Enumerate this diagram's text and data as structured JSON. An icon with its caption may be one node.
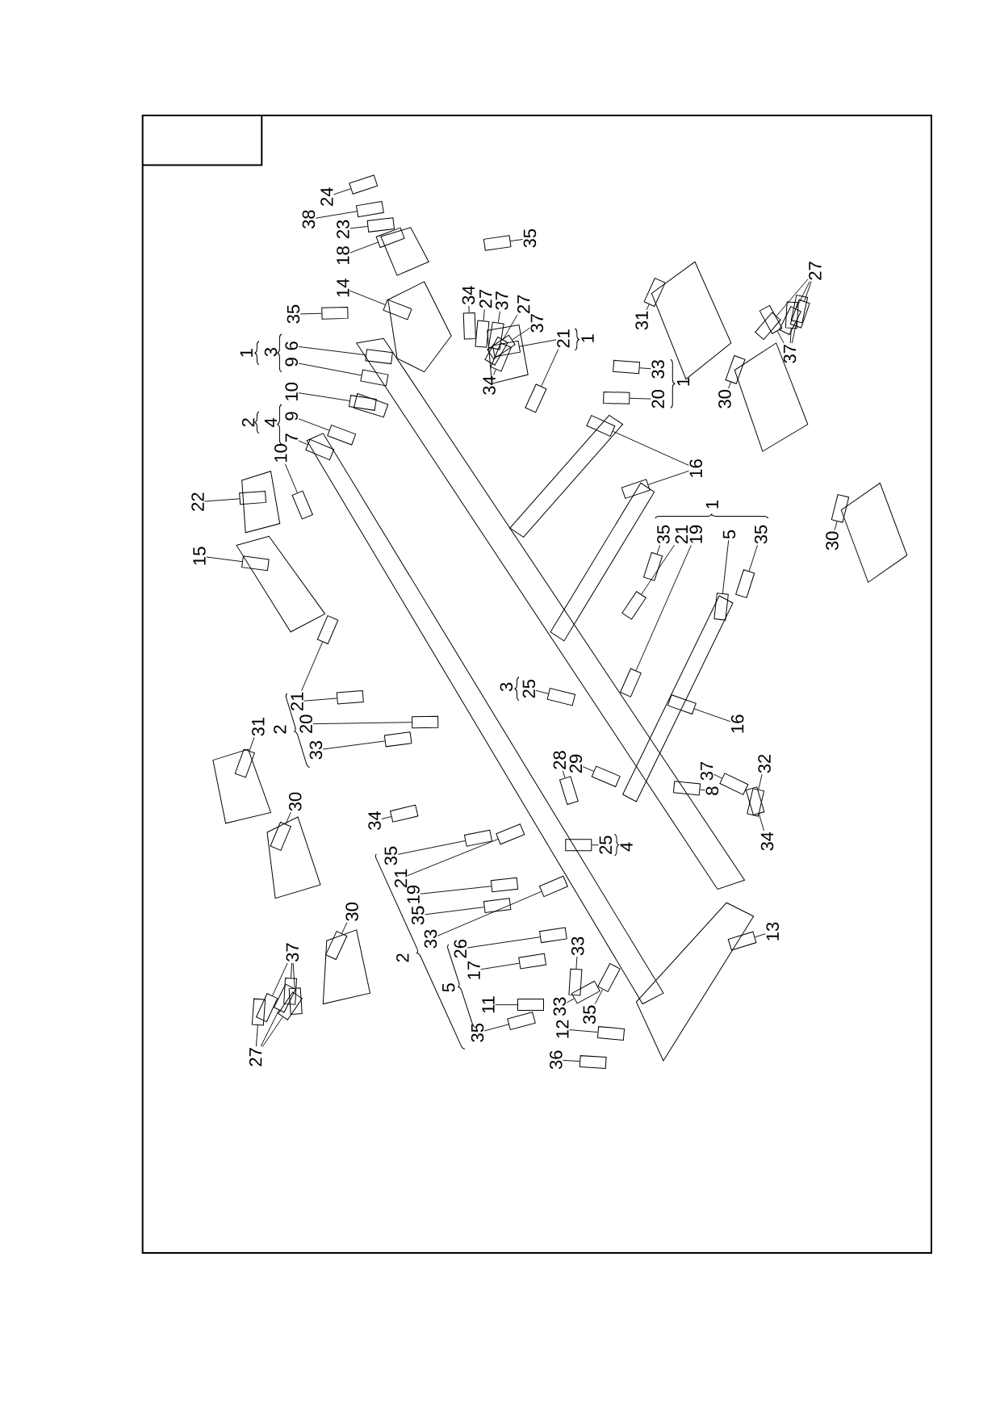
{
  "diagram": {
    "nodes": [
      {
        "text": [
          "24"
        ]
      },
      {
        "text": [
          "38"
        ]
      },
      {
        "text": [
          "23"
        ]
      },
      {
        "text": [
          "18"
        ]
      },
      {
        "text": [
          "35"
        ]
      },
      {
        "text": [
          "14"
        ]
      },
      {
        "text": [
          "35"
        ]
      },
      {
        "text": [
          "34"
        ]
      },
      {
        "text": [
          "27"
        ]
      },
      {
        "text": [
          "37"
        ]
      },
      {
        "text": [
          "27"
        ]
      },
      {
        "text": [
          "37"
        ]
      },
      {
        "text": [
          "31"
        ]
      },
      {
        "text": [
          "27"
        ]
      },
      {
        "text": [
          "6"
        ]
      },
      {
        "text": [
          "21"
        ]
      },
      {
        "text": [
          "9"
        ]
      },
      {
        "text": [
          "33"
        ]
      },
      {
        "text": [
          "37"
        ]
      },
      {
        "text": [
          "34"
        ]
      },
      {
        "text": [
          "10"
        ]
      },
      {
        "text": [
          "20"
        ]
      },
      {
        "text": [
          "30"
        ]
      },
      {
        "text": [
          "9"
        ]
      },
      {
        "text": [
          "7"
        ]
      },
      {
        "text": [
          "10"
        ]
      },
      {
        "text": [
          "16"
        ]
      },
      {
        "text": [
          "22"
        ]
      },
      {
        "text": [
          "30"
        ]
      },
      {
        "text": [
          "35"
        ]
      },
      {
        "text": [
          "21"
        ]
      },
      {
        "text": [
          "19"
        ]
      },
      {
        "text": [
          "5"
        ]
      },
      {
        "text": [
          "35"
        ]
      },
      {
        "text": [
          "15"
        ]
      },
      {
        "text": [
          "21"
        ]
      },
      {
        "text": [
          "25"
        ]
      },
      {
        "text": [
          "16"
        ]
      },
      {
        "text": [
          "20"
        ]
      },
      {
        "text": [
          "31"
        ]
      },
      {
        "text": [
          "33"
        ]
      },
      {
        "text": [
          "28"
        ]
      },
      {
        "text": [
          "29"
        ]
      },
      {
        "text": [
          "37"
        ]
      },
      {
        "text": [
          "32"
        ]
      },
      {
        "text": [
          "8"
        ]
      },
      {
        "text": [
          "30"
        ]
      },
      {
        "text": [
          "34"
        ]
      },
      {
        "text": [
          "34"
        ]
      },
      {
        "text": [
          "25"
        ]
      },
      {
        "text": [
          "35"
        ]
      },
      {
        "text": [
          "21"
        ]
      },
      {
        "text": [
          "19"
        ]
      },
      {
        "text": [
          "30"
        ]
      },
      {
        "text": [
          "35"
        ]
      },
      {
        "text": [
          "13"
        ]
      },
      {
        "text": [
          "33"
        ]
      },
      {
        "text": [
          "26"
        ]
      },
      {
        "text": [
          "33"
        ]
      },
      {
        "text": [
          "37"
        ]
      },
      {
        "text": [
          "17"
        ]
      },
      {
        "text": [
          "11"
        ]
      },
      {
        "text": [
          "33"
        ]
      },
      {
        "text": [
          "35"
        ]
      },
      {
        "text": [
          "35"
        ]
      },
      {
        "text": [
          "12"
        ]
      },
      {
        "text": [
          "27"
        ]
      },
      {
        "text": [
          "36"
        ]
      },
      {
        "text": [],
        "shape": "box"
      },
      {
        "text": [],
        "shape": "box"
      },
      {
        "text": [],
        "shape": "box"
      },
      {
        "text": [],
        "shape": "box"
      },
      {
        "text": [],
        "shape": "box"
      },
      {
        "text": [],
        "shape": "box"
      },
      {
        "text": [],
        "shape": "box"
      },
      {
        "text": [],
        "shape": "box"
      },
      {
        "text": [],
        "shape": "box"
      },
      {
        "text": [],
        "shape": "box"
      },
      {
        "text": [],
        "shape": "box"
      },
      {
        "text": [],
        "shape": "box"
      },
      {
        "text": [],
        "shape": "box"
      },
      {
        "text": [],
        "shape": "box"
      },
      {
        "text": [],
        "shape": "box"
      },
      {
        "text": [],
        "shape": "box"
      },
      {
        "text": [],
        "shape": "box"
      },
      {
        "text": [],
        "shape": "box"
      },
      {
        "text": [],
        "shape": "box"
      },
      {
        "text": [],
        "shape": "box"
      },
      {
        "text": [],
        "shape": "box"
      },
      {
        "text": [],
        "shape": "box"
      },
      {
        "text": [],
        "shape": "box"
      },
      {
        "text": [],
        "shape": "box"
      },
      {
        "text": [],
        "shape": "box"
      },
      {
        "text": [],
        "shape": "box"
      },
      {
        "text": [],
        "shape": "box"
      },
      {
        "text": [],
        "shape": "box"
      },
      {
        "text": [],
        "shape": "box"
      },
      {
        "text": [],
        "shape": "box"
      },
      {
        "text": [],
        "shape": "box"
      },
      {
        "text": [],
        "shape": "box"
      },
      {
        "text": [],
        "shape": "box"
      },
      {
        "text": [],
        "shape": "box"
      },
      {
        "text": [],
        "shape": "box"
      },
      {
        "text": [],
        "shape": "box"
      },
      {
        "text": [],
        "shape": "box"
      },
      {
        "text": [],
        "shape": "box"
      },
      {
        "text": [],
        "shape": "box"
      },
      {
        "text": [],
        "shape": "box"
      },
      {
        "text": [],
        "shape": "box"
      },
      {
        "text": [],
        "shape": "box"
      },
      {
        "text": [],
        "shape": "box"
      },
      {
        "text": [],
        "shape": "box"
      },
      {
        "text": [],
        "shape": "box"
      },
      {
        "text": [],
        "shape": "box"
      },
      {
        "text": [],
        "shape": "box"
      },
      {
        "text": [],
        "shape": "box"
      },
      {
        "text": [],
        "shape": "box"
      },
      {
        "text": [],
        "shape": "box"
      },
      {
        "text": [],
        "shape": "box"
      },
      {
        "text": [],
        "shape": "box"
      },
      {
        "text": [],
        "shape": "box"
      },
      {
        "text": [],
        "shape": "box"
      },
      {
        "text": [],
        "shape": "box"
      },
      {
        "text": [],
        "shape": "box"
      },
      {
        "text": [],
        "shape": "box"
      },
      {
        "text": [],
        "shape": "box"
      },
      {
        "text": [],
        "shape": "box"
      },
      {
        "text": [],
        "shape": "box"
      },
      {
        "text": [],
        "shape": "box"
      },
      {
        "text": [],
        "shape": "box"
      },
      {
        "text": [],
        "shape": "box"
      },
      {
        "text": [],
        "shape": "box"
      },
      {
        "text": [],
        "shape": "box"
      },
      {
        "text": [],
        "shape": "box"
      },
      {
        "text": [],
        "shape": "box"
      },
      {
        "text": [],
        "shape": "box"
      },
      {
        "text": [],
        "shape": "box"
      },
      {
        "text": [],
        "shape": "box"
      },
      {
        "text": [],
        "shape": "box"
      },
      {
        "text": [],
        "shape": "box"
      },
      {
        "text": [],
        "shape": "box"
      },
      {
        "text": [],
        "shape": "box"
      },
      {
        "text": [],
        "shape": "box"
      },
      {
        "text": [],
        "shape": "box"
      },
      {
        "text": [],
        "shape": "box"
      },
      {
        "text": [],
        "shape": "box"
      },
      {
        "text": [],
        "shape": "box"
      }
    ],
    "edges": [
      {
        "from": 0,
        "to": 68,
        "arrow": "none"
      },
      {
        "from": 1,
        "to": 69,
        "arrow": "none"
      },
      {
        "from": 2,
        "to": 70,
        "arrow": "none"
      },
      {
        "from": 3,
        "to": 71,
        "arrow": "none"
      },
      {
        "from": 4,
        "to": 72,
        "arrow": "none"
      },
      {
        "from": 5,
        "to": 73,
        "arrow": "none"
      },
      {
        "from": 6,
        "to": 74,
        "arrow": "none"
      },
      {
        "from": 7,
        "to": 75,
        "arrow": "none"
      },
      {
        "from": 8,
        "to": 76,
        "arrow": "none"
      },
      {
        "from": 9,
        "to": 77,
        "arrow": "none"
      },
      {
        "from": 10,
        "to": 78,
        "arrow": "none"
      },
      {
        "from": 11,
        "to": 79,
        "arrow": "none"
      },
      {
        "from": 12,
        "to": 80,
        "arrow": "none"
      },
      {
        "from": 13,
        "to": 81,
        "arrow": "none"
      },
      {
        "from": 13,
        "to": 82,
        "arrow": "none"
      },
      {
        "from": 13,
        "to": 83,
        "arrow": "none"
      },
      {
        "from": 14,
        "to": 84,
        "arrow": "none"
      },
      {
        "from": 15,
        "to": 85,
        "arrow": "none"
      },
      {
        "from": 15,
        "to": 86,
        "arrow": "none"
      },
      {
        "from": 16,
        "to": 87,
        "arrow": "none"
      },
      {
        "from": 17,
        "to": 88,
        "arrow": "none"
      },
      {
        "from": 18,
        "to": 89,
        "arrow": "none"
      },
      {
        "from": 18,
        "to": 90,
        "arrow": "none"
      },
      {
        "from": 18,
        "to": 91,
        "arrow": "none"
      },
      {
        "from": 19,
        "to": 92,
        "arrow": "none"
      },
      {
        "from": 20,
        "to": 93,
        "arrow": "none"
      },
      {
        "from": 21,
        "to": 94,
        "arrow": "none"
      },
      {
        "from": 22,
        "to": 95,
        "arrow": "none"
      },
      {
        "from": 23,
        "to": 96,
        "arrow": "none"
      },
      {
        "from": 24,
        "to": 97,
        "arrow": "none"
      },
      {
        "from": 25,
        "to": 98,
        "arrow": "none"
      },
      {
        "from": 26,
        "to": 99,
        "arrow": "none"
      },
      {
        "from": 26,
        "to": 100,
        "arrow": "none"
      },
      {
        "from": 27,
        "to": 101,
        "arrow": "none"
      },
      {
        "from": 28,
        "to": 102,
        "arrow": "none"
      },
      {
        "from": 29,
        "to": 103,
        "arrow": "none"
      },
      {
        "from": 30,
        "to": 104,
        "arrow": "none"
      },
      {
        "from": 31,
        "to": 105,
        "arrow": "none"
      },
      {
        "from": 32,
        "to": 106,
        "arrow": "none"
      },
      {
        "from": 33,
        "to": 107,
        "arrow": "none"
      },
      {
        "from": 34,
        "to": 108,
        "arrow": "none"
      },
      {
        "from": 35,
        "to": 109,
        "arrow": "none"
      },
      {
        "from": 35,
        "to": 110,
        "arrow": "none"
      },
      {
        "from": 36,
        "to": 111,
        "arrow": "none"
      },
      {
        "from": 37,
        "to": 112,
        "arrow": "none"
      },
      {
        "from": 38,
        "to": 113,
        "arrow": "none"
      },
      {
        "from": 39,
        "to": 114,
        "arrow": "none"
      },
      {
        "from": 40,
        "to": 115,
        "arrow": "none"
      },
      {
        "from": 41,
        "to": 116,
        "arrow": "none"
      },
      {
        "from": 42,
        "to": 117,
        "arrow": "none"
      },
      {
        "from": 43,
        "to": 118,
        "arrow": "none"
      },
      {
        "from": 44,
        "to": 119,
        "arrow": "none"
      },
      {
        "from": 45,
        "to": 120,
        "arrow": "none"
      },
      {
        "from": 46,
        "to": 121,
        "arrow": "none"
      },
      {
        "from": 47,
        "to": 122,
        "arrow": "none"
      },
      {
        "from": 48,
        "to": 123,
        "arrow": "none"
      },
      {
        "from": 49,
        "to": 124,
        "arrow": "none"
      },
      {
        "from": 50,
        "to": 125,
        "arrow": "none"
      },
      {
        "from": 51,
        "to": 126,
        "arrow": "none"
      },
      {
        "from": 52,
        "to": 127,
        "arrow": "none"
      },
      {
        "from": 53,
        "to": 128,
        "arrow": "none"
      },
      {
        "from": 54,
        "to": 129,
        "arrow": "none"
      },
      {
        "from": 55,
        "to": 130,
        "arrow": "none"
      },
      {
        "from": 56,
        "to": 131,
        "arrow": "none"
      },
      {
        "from": 57,
        "to": 132,
        "arrow": "none"
      },
      {
        "from": 58,
        "to": 133,
        "arrow": "none"
      },
      {
        "from": 59,
        "to": 134,
        "arrow": "none"
      },
      {
        "from": 59,
        "to": 135,
        "arrow": "none"
      },
      {
        "from": 59,
        "to": 136,
        "arrow": "none"
      },
      {
        "from": 60,
        "to": 137,
        "arrow": "none"
      },
      {
        "from": 61,
        "to": 138,
        "arrow": "none"
      },
      {
        "from": 62,
        "to": 139,
        "arrow": "none"
      },
      {
        "from": 63,
        "to": 140,
        "arrow": "none"
      },
      {
        "from": 64,
        "to": 141,
        "arrow": "none"
      },
      {
        "from": 65,
        "to": 142,
        "arrow": "none"
      },
      {
        "from": 66,
        "to": 143,
        "arrow": "none"
      },
      {
        "from": 66,
        "to": 144,
        "arrow": "none"
      },
      {
        "from": 66,
        "to": 145,
        "arrow": "none"
      },
      {
        "from": 67,
        "to": 146,
        "arrow": "none"
      }
    ],
    "labels": [
      "1",
      "3",
      "2",
      "4",
      "1",
      "1",
      "1",
      "3",
      "4",
      "2",
      "2",
      "5"
    ]
  }
}
